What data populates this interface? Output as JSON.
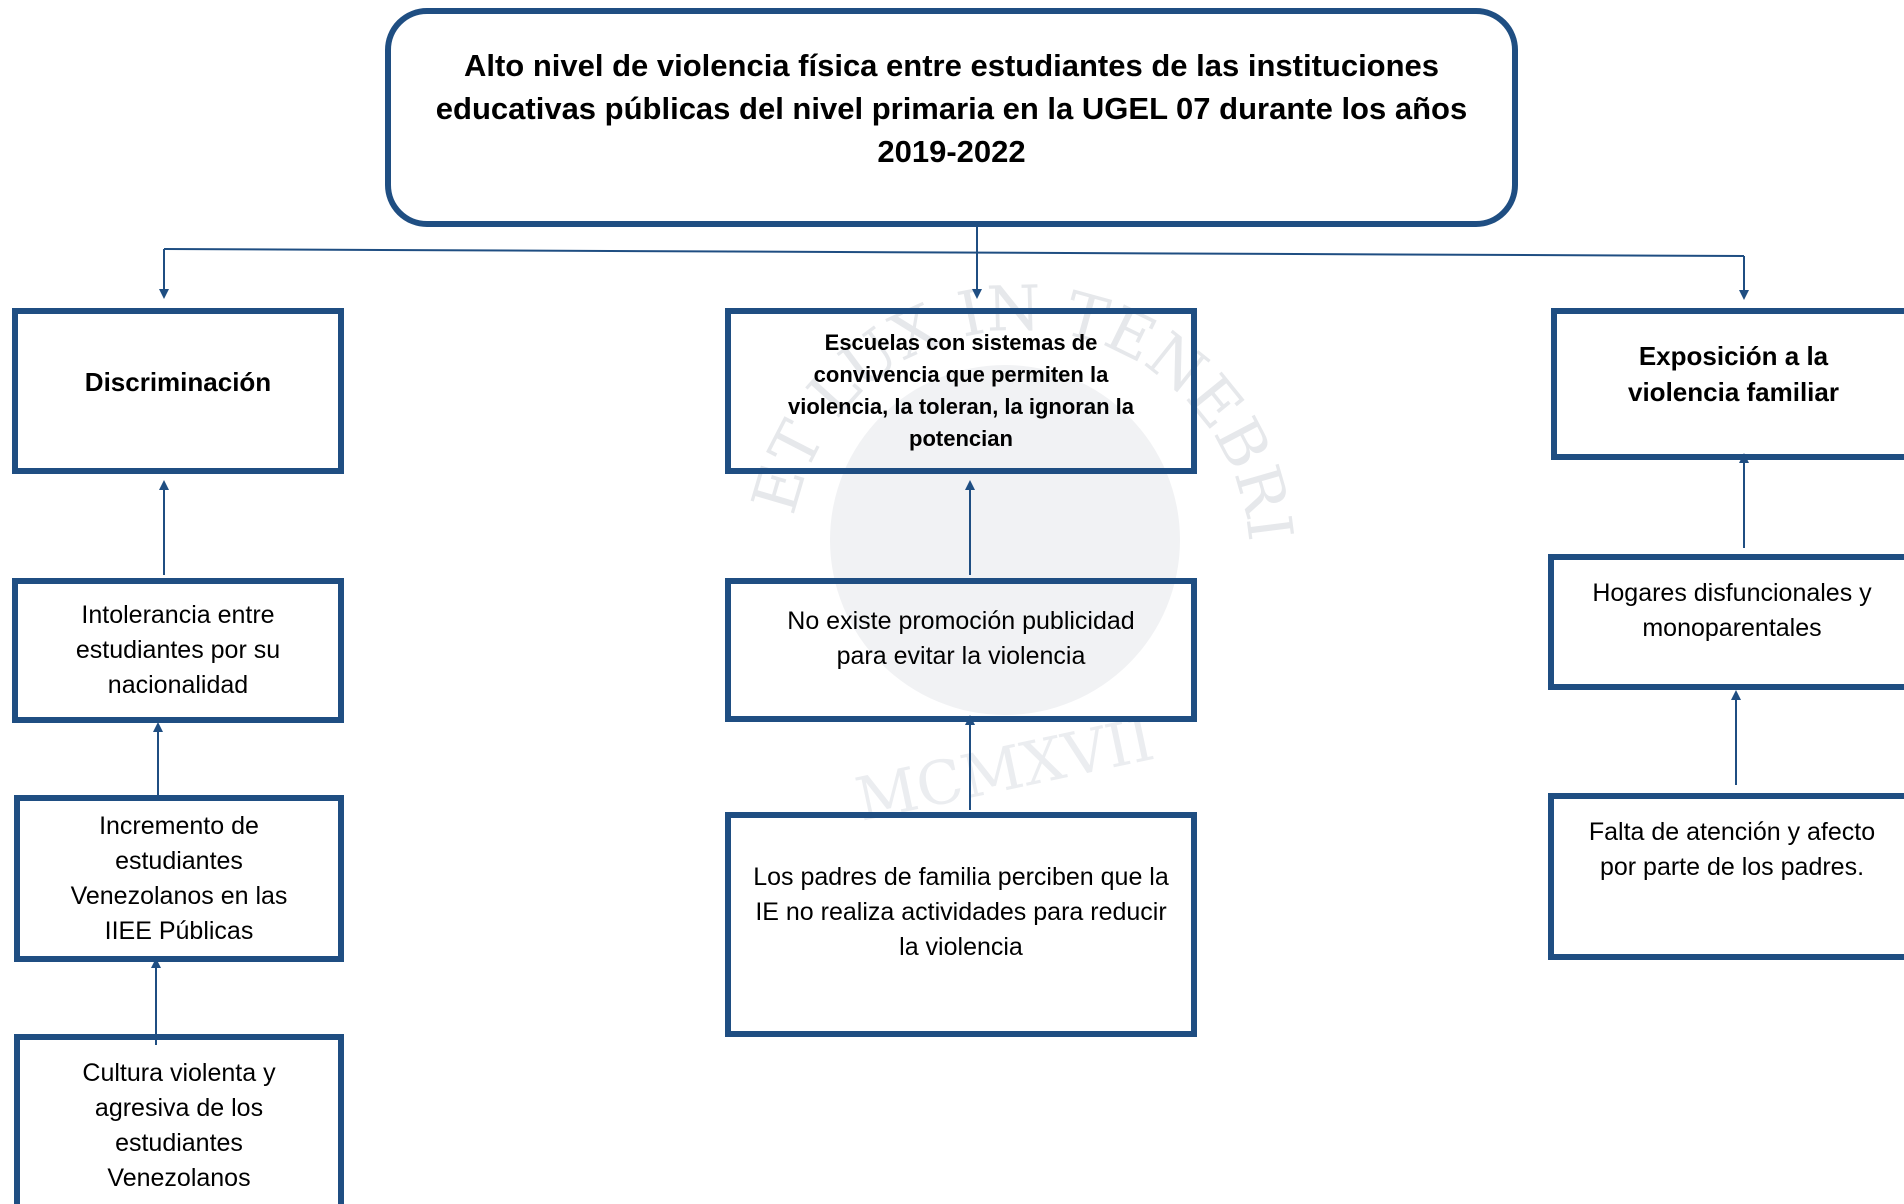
{
  "colors": {
    "border": "#1f4e82",
    "arrow": "#1f4e82",
    "text": "#000000",
    "watermark": "#e4e6ea"
  },
  "watermark": {
    "text": "ET LUX IN TENEBRIS LUCET",
    "year": "MCMXVII"
  },
  "problem": "Alto nivel de violencia física entre estudiantes de las instituciones educativas públicas del nivel primaria en la UGEL 07 durante los años 2019-2022",
  "causes": {
    "left": {
      "main": "Discriminación",
      "sub1": "Intolerancia entre estudiantes por su nacionalidad",
      "sub2": "Incremento de estudiantes Venezolanos en las IIEE Públicas",
      "sub3": "Cultura violenta y agresiva de los estudiantes Venezolanos"
    },
    "center": {
      "main": "Escuelas con sistemas de convivencia que permiten la violencia, la toleran, la ignoran la potencian",
      "sub1": "No existe promoción publicidad para evitar la violencia",
      "sub2": "Los padres de familia perciben que la IE no realiza actividades para reducir la violencia"
    },
    "right": {
      "main": "Exposición a la violencia familiar",
      "sub1": "Hogares disfuncionales y monoparentales",
      "sub2": "Falta de atención y afecto por parte de los padres."
    }
  }
}
